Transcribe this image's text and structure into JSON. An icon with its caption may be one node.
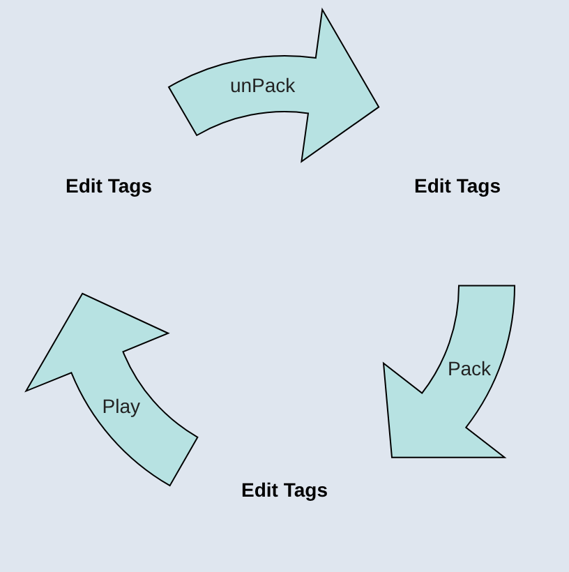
{
  "diagram": {
    "nodes": [
      {
        "text": [
          "Edit Tags"
        ]
      },
      {
        "text": [
          "Edit Tags"
        ]
      },
      {
        "text": [
          "Edit Tags"
        ]
      }
    ],
    "edges": [
      {
        "from": 0,
        "to": 1,
        "arrow": "to",
        "label": "unPack"
      },
      {
        "from": 1,
        "to": 2,
        "arrow": "to",
        "label": "Pack"
      },
      {
        "from": 2,
        "to": 0,
        "arrow": "to",
        "label": "Play"
      }
    ]
  }
}
